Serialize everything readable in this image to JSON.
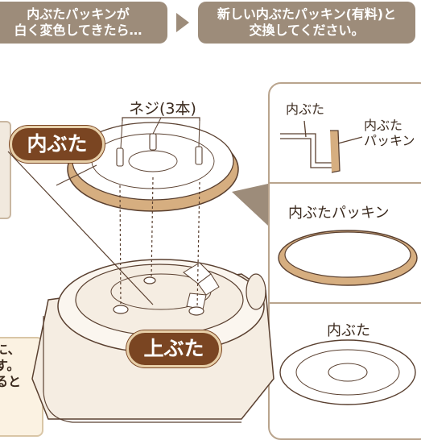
{
  "banner_left": {
    "line1": "内ぶたパッキンが",
    "line2": "白く変色してきたら…"
  },
  "banner_right": {
    "line1": "新しい内ぶたパッキン(有料)と",
    "line2": "交換してください。"
  },
  "labels": {
    "screws": "ネジ(3本)",
    "inner_lid": "内ぶた",
    "upper_lid": "上ぶた"
  },
  "panel": {
    "section_top_title": "内ぶた",
    "section_top_callout_1": "内ぶた",
    "section_top_callout_2": "パッキン",
    "section_middle_title": "内ぶたパッキン",
    "section_bottom_title": "内ぶた"
  },
  "note": {
    "line1": "に、",
    "line2": "す。",
    "line3": "ると"
  },
  "colors": {
    "banner": "#9d8c7a",
    "label_pill": "#7a4522",
    "gasket": "#d6ae80",
    "line": "#5a4030"
  }
}
